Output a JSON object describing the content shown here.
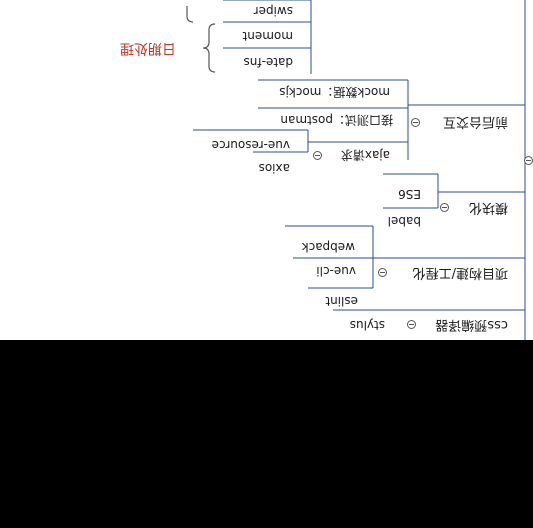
{
  "branches": [
    {
      "label": "css预编译器",
      "children": [
        "stylus"
      ]
    },
    {
      "label": "项目构建/工程化",
      "children": [
        "eslint",
        "vue-cli",
        "webpack"
      ]
    },
    {
      "label": "模块化",
      "children": [
        "babel",
        "ES6"
      ]
    },
    {
      "label": "前后台交互",
      "children": [
        {
          "label": "ajax请求",
          "children": [
            "axios",
            "vue-resource"
          ]
        },
        {
          "label": "接口测试：postman"
        },
        {
          "label": "mock数据：mockjs"
        }
      ]
    }
  ],
  "date_group": {
    "items": [
      "date-fns",
      "moment"
    ],
    "annotation": "日期处理"
  },
  "next_group": {
    "items": [
      "swiper"
    ]
  },
  "colors": {
    "line": "#2b4c8c",
    "accent": "#c0392b",
    "background": "#ffffff"
  }
}
